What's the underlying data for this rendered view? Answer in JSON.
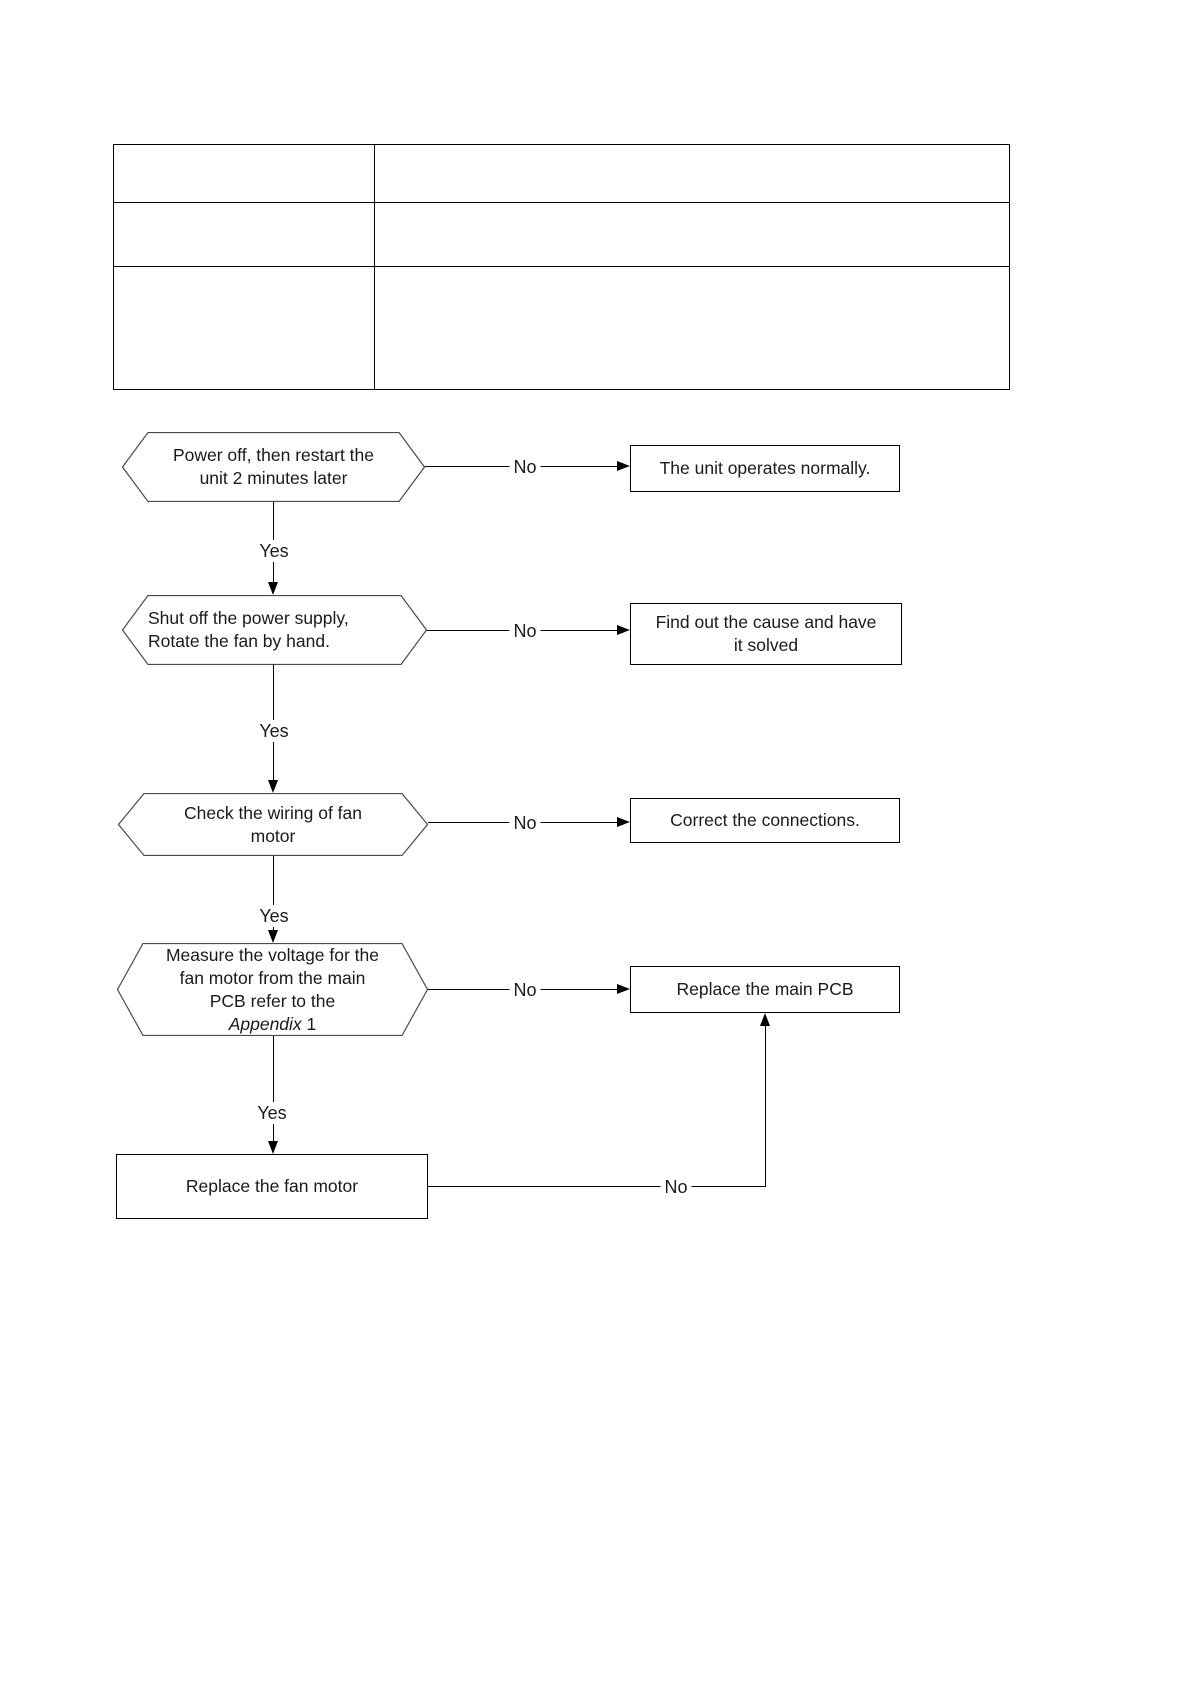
{
  "table": {
    "rows": [
      [
        "",
        ""
      ],
      [
        "",
        ""
      ],
      [
        "",
        ""
      ]
    ]
  },
  "flow": {
    "decisions": [
      {
        "lines": [
          "Power off, then restart the",
          "unit 2 minutes later"
        ]
      },
      {
        "lines": [
          "Shut off the power supply,",
          "Rotate the fan by hand."
        ]
      },
      {
        "lines": [
          "Check the wiring of fan",
          "motor"
        ]
      },
      {
        "lines": [
          "Measure the voltage for the",
          "fan motor from the main",
          "PCB refer to the"
        ],
        "italic_line": {
          "italic": "Appendix",
          "rest": " 1"
        }
      }
    ],
    "results": [
      {
        "lines": [
          "The unit operates normally."
        ]
      },
      {
        "lines": [
          "Find out the cause and have",
          "it solved"
        ]
      },
      {
        "lines": [
          "Correct the connections."
        ]
      },
      {
        "lines": [
          "Replace the main PCB"
        ]
      }
    ],
    "action": {
      "label": "Replace the fan motor"
    },
    "labels": {
      "yes": "Yes",
      "no": "No"
    }
  },
  "colors": {
    "line": "#000000",
    "hexagon_border": "#4a4a4a",
    "text": "#1a1a1a"
  }
}
